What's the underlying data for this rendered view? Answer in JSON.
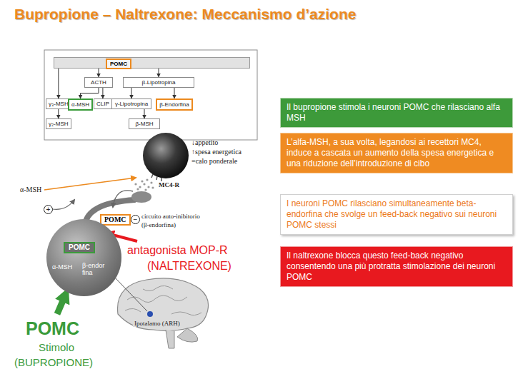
{
  "diagram": {
    "title": "Bupropione – Naltrexone: Meccanismo d’azione",
    "nodes": [
      {
        "text": [
          "POMC"
        ]
      },
      {
        "text": [
          "ACTH"
        ]
      },
      {
        "text": [
          "β-Lipotropina"
        ]
      },
      {
        "text": [
          "γ₃-MSH"
        ]
      },
      {
        "text": [
          "α-MSH"
        ]
      },
      {
        "text": [
          "CLIP"
        ]
      },
      {
        "text": [
          "γ-Lipotropina"
        ]
      },
      {
        "text": [
          "β-Endorfina"
        ]
      },
      {
        "text": [
          "γ₂-MSH"
        ]
      },
      {
        "text": [
          "β-MSH"
        ]
      },
      {
        "text": [
          "POMC"
        ]
      },
      {
        "text": [
          "α-MSH",
          "β-endor fina"
        ]
      },
      {
        "text": [
          "POMC"
        ],
        "in": 11
      },
      {
        "text": [
          "Il bupropione stimola i neuroni POMC che rilasciano alfa MSH"
        ]
      },
      {
        "text": [
          "L’alfa-MSH, a sua volta, legandosi ai recettori MC4, induce a cascata un aumento della spesa energetica e una riduzione dell’introduzione di cibo"
        ]
      },
      {
        "text": [
          "I neuroni POMC rilasciano simultaneamente beta-endorfina che svolge un feed-back negativo sui neuroni POMC stessi"
        ]
      },
      {
        "text": [
          "Il naltrexone blocca questo feed-back negativo consentendo una più protratta stimolazione dei neuroni POMC"
        ]
      }
    ],
    "edges": [
      {
        "from": 0,
        "to": 1,
        "arrow": "to"
      },
      {
        "from": 0,
        "to": 2,
        "arrow": "to"
      },
      {
        "from": 0,
        "to": 3,
        "arrow": "to"
      },
      {
        "from": 1,
        "to": 4,
        "arrow": "to"
      },
      {
        "from": 1,
        "to": 5,
        "arrow": "to"
      },
      {
        "from": 2,
        "to": 6,
        "arrow": "to"
      },
      {
        "from": 2,
        "to": 7,
        "arrow": "to"
      },
      {
        "from": 3,
        "to": 8,
        "arrow": "to"
      },
      {
        "from": 6,
        "to": 9,
        "arrow": "to"
      }
    ],
    "labels": [
      "α-MSH",
      "+",
      "MC4-R",
      "↓appetito",
      "↑spesa energetica",
      "=calo ponderale",
      "−",
      "circuito auto-inibitorio",
      "(β-endorfina)",
      "antagonista MOP-R",
      "(NALTREXONE)",
      "Ipotalamo (ARH)",
      "POMC",
      "Stimolo",
      "(BUPROPIONE)"
    ]
  }
}
